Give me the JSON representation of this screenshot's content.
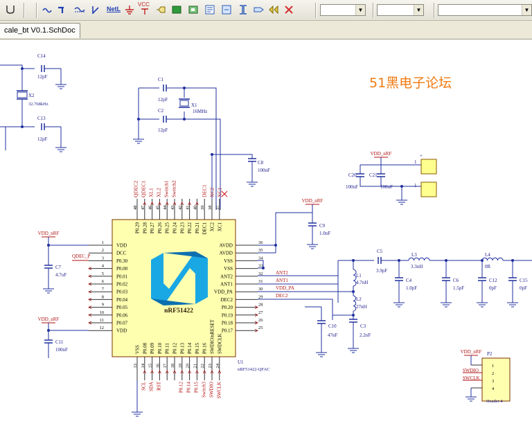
{
  "document_tab": {
    "title": "cale_bt V0.1.SchDoc"
  },
  "watermark": "51黑电子论坛",
  "toolbar": {
    "buttons": [
      {
        "icon": "wire-icon",
        "name": "place-wire-button"
      },
      {
        "icon": "bus-icon",
        "name": "place-bus-button"
      },
      {
        "icon": "signal-harness-icon",
        "name": "place-signal-harness-button"
      },
      {
        "icon": "bus-entry-icon",
        "name": "place-bus-entry-button"
      },
      {
        "icon": "net-label-icon",
        "name": "place-net-label-button"
      },
      {
        "icon": "gnd-port-icon",
        "name": "place-gnd-button"
      },
      {
        "icon": "vcc-port-icon",
        "name": "place-vcc-button"
      },
      {
        "icon": "part-icon",
        "name": "place-part-button"
      },
      {
        "icon": "sheet-symbol-icon",
        "name": "place-sheet-symbol-button"
      },
      {
        "icon": "sheet-entry-icon",
        "name": "place-sheet-entry-button"
      },
      {
        "icon": "device-sheet-icon",
        "name": "place-device-sheet-button"
      },
      {
        "icon": "harness-connector-icon",
        "name": "place-harness-connector-button"
      },
      {
        "icon": "harness-entry-icon",
        "name": "place-harness-entry-button"
      },
      {
        "icon": "port-icon",
        "name": "place-port-button"
      },
      {
        "icon": "off-sheet-icon",
        "name": "place-off-sheet-button"
      },
      {
        "icon": "no-erc-icon",
        "name": "place-no-erc-button"
      }
    ],
    "vcc_label": "VCC",
    "net_label": "NetL",
    "combos": [
      {
        "value": ""
      },
      {
        "value": ""
      },
      {
        "value": ""
      }
    ]
  },
  "schematic": {
    "chip": {
      "designator": "U1",
      "part": "nRF51422-QFAC",
      "name": "nRF51422",
      "left_pins": [
        {
          "num": "1",
          "label": "VDD"
        },
        {
          "num": "2",
          "label": "DCC"
        },
        {
          "num": "3",
          "label": "P0.30"
        },
        {
          "num": "4",
          "label": "P0.00"
        },
        {
          "num": "5",
          "label": "P0.01"
        },
        {
          "num": "6",
          "label": "P0.02"
        },
        {
          "num": "7",
          "label": "P0.03"
        },
        {
          "num": "8",
          "label": "P0.04"
        },
        {
          "num": "9",
          "label": "P0.05"
        },
        {
          "num": "10",
          "label": "P0.06"
        },
        {
          "num": "11",
          "label": "P0.07"
        },
        {
          "num": "12",
          "label": "VDD"
        }
      ],
      "right_pins": [
        {
          "num": "36",
          "label": "AVDD"
        },
        {
          "num": "35",
          "label": "AVDD"
        },
        {
          "num": "34",
          "label": "VSS"
        },
        {
          "num": "33",
          "label": "VSS"
        },
        {
          "num": "32",
          "label": "ANT2"
        },
        {
          "num": "31",
          "label": "ANT1"
        },
        {
          "num": "30",
          "label": "VDD_PA"
        },
        {
          "num": "29",
          "label": "DEC2"
        },
        {
          "num": "28",
          "label": "P0.20"
        },
        {
          "num": "27",
          "label": "P0.19"
        },
        {
          "num": "26",
          "label": "P0.18"
        },
        {
          "num": "25",
          "label": "P0.17"
        }
      ],
      "top_pins": [
        {
          "num": "48",
          "label": "P0.29"
        },
        {
          "num": "47",
          "label": "P0.28"
        },
        {
          "num": "46",
          "label": "P0.27"
        },
        {
          "num": "45",
          "label": "P0.26"
        },
        {
          "num": "44",
          "label": "P0.25"
        },
        {
          "num": "43",
          "label": "P0.24"
        },
        {
          "num": "42",
          "label": "P0.23"
        },
        {
          "num": "41",
          "label": "P0.22"
        },
        {
          "num": "40",
          "label": "P0.21"
        },
        {
          "num": "39",
          "label": "DEC1"
        },
        {
          "num": "38",
          "label": "XC2"
        },
        {
          "num": "37",
          "label": "XC1"
        }
      ],
      "bottom_pins": [
        {
          "num": "13",
          "label": "VSS"
        },
        {
          "num": "14",
          "label": "P0.08"
        },
        {
          "num": "15",
          "label": "P0.09"
        },
        {
          "num": "16",
          "label": "P0.10"
        },
        {
          "num": "17",
          "label": "P0.11"
        },
        {
          "num": "18",
          "label": "P0.12"
        },
        {
          "num": "19",
          "label": "P0.13"
        },
        {
          "num": "20",
          "label": "P0.14"
        },
        {
          "num": "21",
          "label": "P0.15"
        },
        {
          "num": "22",
          "label": "P0.16"
        },
        {
          "num": "23",
          "label": "SWDIO/nRESET"
        },
        {
          "num": "24",
          "label": "SWDCLK"
        }
      ],
      "top_nets": [
        "QDEC2",
        "QDEC1",
        "XL1",
        "XL2",
        "Switch1",
        "Switch2",
        "DEC1",
        "XC2",
        "XC1"
      ],
      "bottom_nets": [
        "SCL",
        "SDA",
        "RST",
        "P0.12",
        "P0.14",
        "P0.15",
        "Switch3",
        "SWDIO",
        "SWCLK"
      ]
    },
    "nets": {
      "vdd_rf": "VDD_nRF",
      "qdec_p": "QDEC_P",
      "ant2": "ANT2",
      "ant1": "ANT1",
      "vdd_pa": "VDD_PA",
      "dec2": "DEC2",
      "swdio": "SWDIO",
      "swclk": "SWCLK",
      "plus": "+"
    },
    "components": {
      "c14": {
        "ref": "C14",
        "val": "12pF"
      },
      "c13": {
        "ref": "C13",
        "val": "12pF"
      },
      "x2": {
        "ref": "X2",
        "val": "32.768kHz"
      },
      "c1": {
        "ref": "C1",
        "val": "12pF"
      },
      "c2": {
        "ref": "C2",
        "val": "12pF"
      },
      "x1": {
        "ref": "X1",
        "val": "16MHz"
      },
      "c8": {
        "ref": "C8",
        "val": "100nF"
      },
      "c20": {
        "ref": "C20",
        "val": "100nF"
      },
      "c21": {
        "ref": "C21",
        "val": "100nF"
      },
      "c9": {
        "ref": "C9",
        "val": "1.0nF"
      },
      "c7": {
        "ref": "C7",
        "val": "4.7uF"
      },
      "c11": {
        "ref": "C11",
        "val": "100nF"
      },
      "c5": {
        "ref": "C5",
        "val": "3.9pF"
      },
      "l3": {
        "ref": "L3",
        "val": "3.3nH"
      },
      "l4": {
        "ref": "L4",
        "val": "0R"
      },
      "l1": {
        "ref": "L1",
        "val": "4.7nH"
      },
      "l2": {
        "ref": "L2",
        "val": "27nH"
      },
      "c4": {
        "ref": "C4",
        "val": "1.0pF"
      },
      "c6": {
        "ref": "C6",
        "val": "1.5pF"
      },
      "c12": {
        "ref": "C12",
        "val": "0pF"
      },
      "c15": {
        "ref": "C15",
        "val": "0pF"
      },
      "c10": {
        "ref": "C10",
        "val": "47nF"
      },
      "c3": {
        "ref": "C3",
        "val": "2.2nF"
      },
      "p2": {
        "ref": "P2",
        "val": "Header 4",
        "pins": [
          "1",
          "2",
          "3",
          "4"
        ]
      },
      "bat": {
        "pins": [
          "1",
          "1"
        ]
      }
    }
  }
}
